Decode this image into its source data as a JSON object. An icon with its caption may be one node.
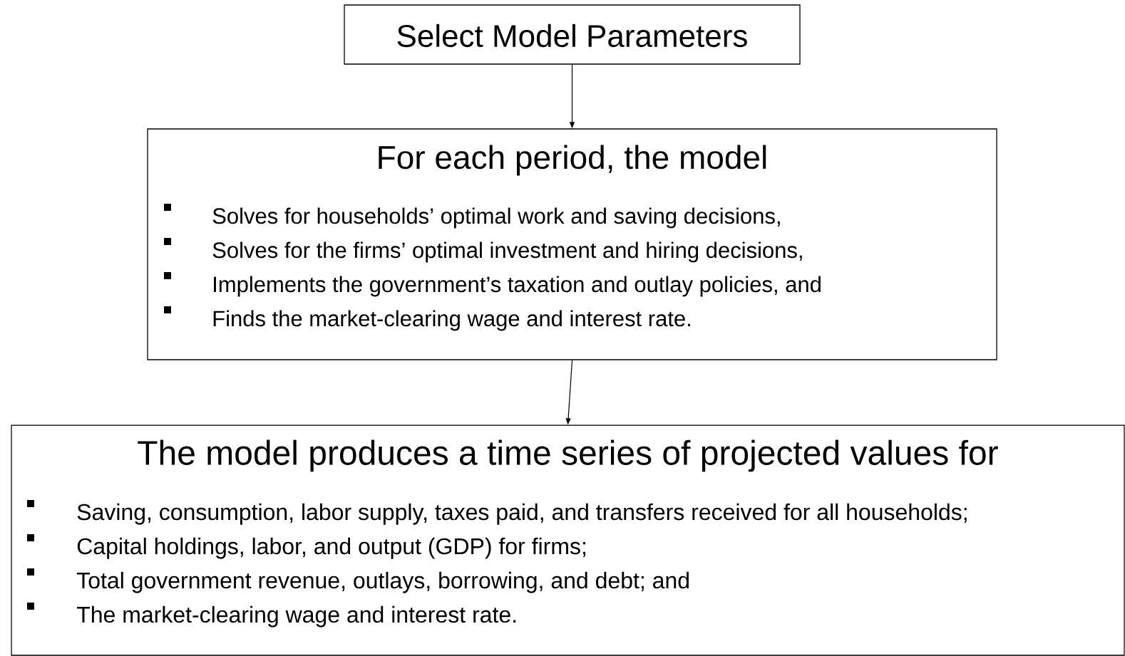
{
  "diagram": {
    "nodes": [
      {
        "text": [
          "Select Model Parameters"
        ]
      },
      {
        "text": [
          "For each period, the model",
          "Solves for households’ optimal work and saving decisions,",
          "Solves for the firms’ optimal investment and hiring decisions,",
          "Implements the government’s taxation and outlay policies, and",
          "Finds the market-clearing wage and interest rate."
        ]
      },
      {
        "text": [
          "The model produces a time series of projected values for",
          "Saving, consumption, labor supply, taxes paid, and transfers received for all households;",
          "Capital holdings, labor, and output (GDP) for firms;",
          "Total government revenue, outlays, borrowing, and debt; and",
          "The market-clearing wage and interest rate."
        ]
      }
    ],
    "edges": [
      {
        "from": 0,
        "to": 1,
        "arrow": "to"
      },
      {
        "from": 1,
        "to": 2,
        "arrow": "to"
      }
    ]
  }
}
